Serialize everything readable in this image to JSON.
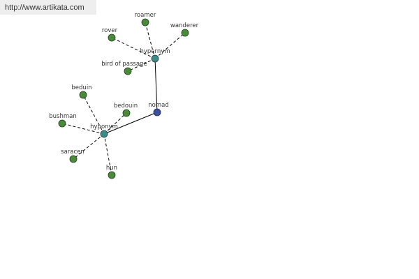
{
  "header": {
    "url": "http://www.artikata.com"
  },
  "colors": {
    "leaf": "#4a8a3a",
    "hub": "#3e8a8a",
    "root": "#3d4fa0",
    "edge": "#000000",
    "label": "#333333"
  },
  "graph": {
    "root": {
      "label": "nomad"
    },
    "hypernym": {
      "label": "hypernym",
      "children": [
        "roamer",
        "rover",
        "wanderer",
        "bird of passage"
      ]
    },
    "hyponym": {
      "label": "hyponym",
      "children": [
        "beduin",
        "bedouin",
        "bushman",
        "saracen",
        "hun"
      ]
    }
  }
}
